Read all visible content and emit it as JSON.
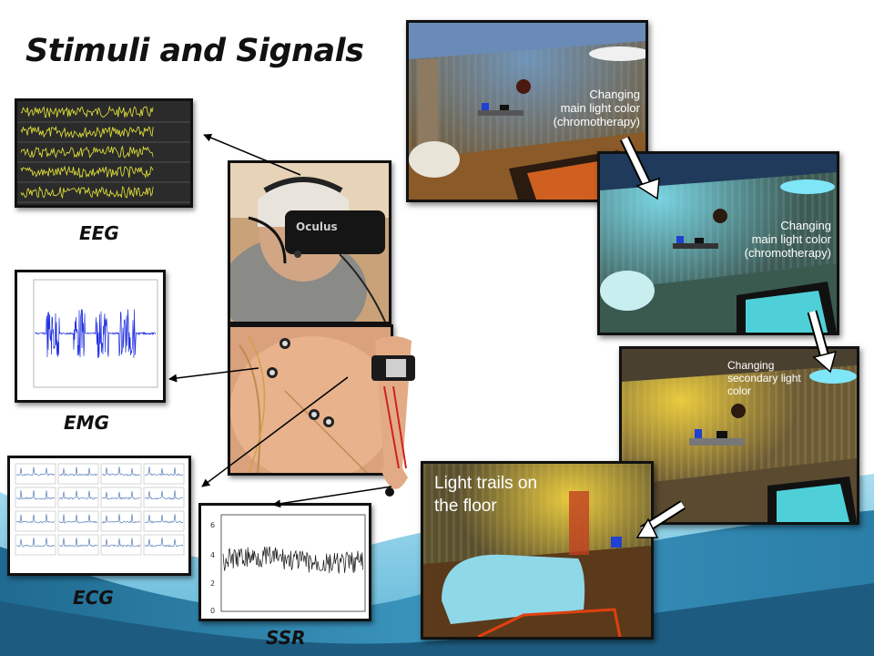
{
  "slide": {
    "title": "Stimuli and Signals",
    "signal_labels": {
      "eeg": "EEG",
      "emg": "EMG",
      "ecg": "ECG",
      "ssr": "SSR"
    },
    "photo_labels": {
      "headset_brand": "Oculus"
    },
    "scenes": [
      {
        "caption_lines": [
          "Changing",
          "main light color",
          "(chromotherapy)"
        ]
      },
      {
        "caption_lines": [
          "Changing",
          "main light color",
          "(chromotherapy)"
        ]
      },
      {
        "caption_lines": [
          "Changing",
          "secondary light",
          "color"
        ]
      },
      {
        "caption_lines": [
          "Light trails on",
          "the floor"
        ]
      }
    ],
    "ssr_axis_ticks": [
      "6",
      "4",
      "2",
      "0"
    ],
    "colors": {
      "wave_dark": "#2f7fa8",
      "wave_light": "#8fd0e8",
      "eeg_trace": "#e8e83a",
      "emg_trace": "#1f2fe0",
      "ecg_trace": "#5a7fb8",
      "floor_light": "#e04010"
    }
  }
}
